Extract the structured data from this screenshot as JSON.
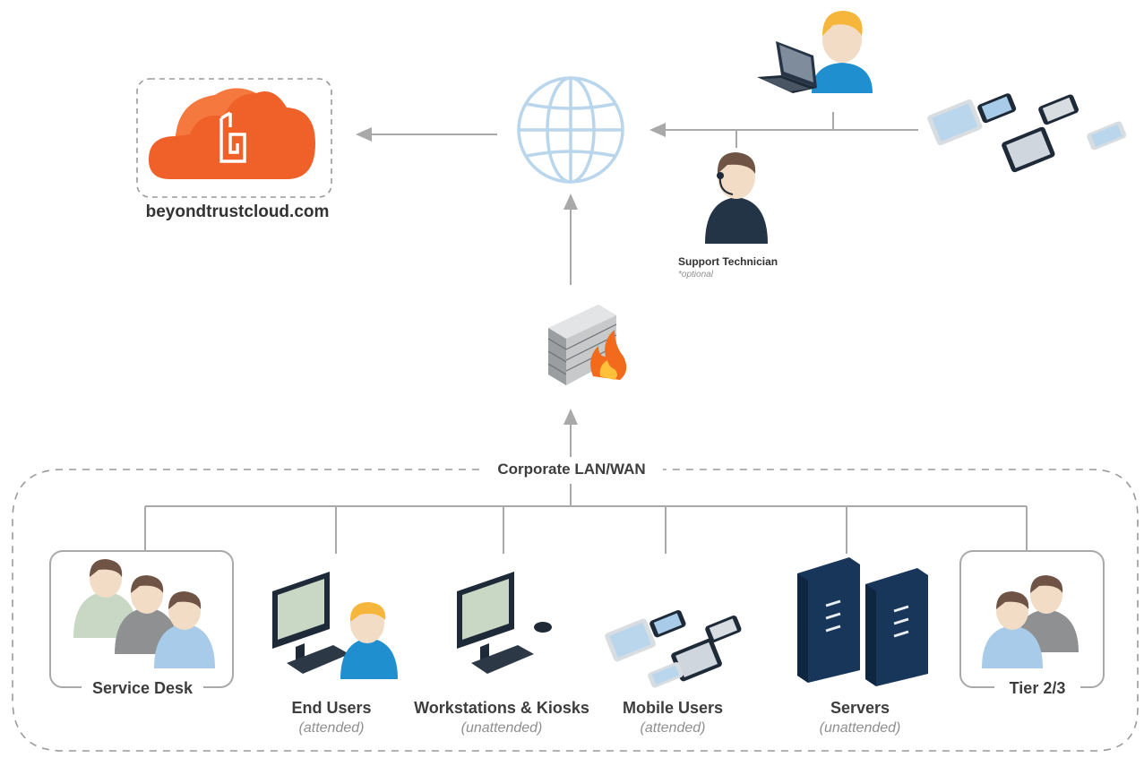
{
  "cloud": {
    "domain": "beyondtrustcloud.com",
    "logo_icon": "beyondtrust-logo"
  },
  "support_technician": {
    "label": "Support Technician",
    "note": "*optional"
  },
  "network": {
    "label": "Corporate LAN/WAN"
  },
  "endpoints": [
    {
      "label": "Service Desk",
      "sub": ""
    },
    {
      "label": "End Users",
      "sub": "(attended)"
    },
    {
      "label": "Workstations & Kiosks",
      "sub": "(unattended)"
    },
    {
      "label": "Mobile Users",
      "sub": "(attended)"
    },
    {
      "label": "Servers",
      "sub": "(unattended)"
    },
    {
      "label": "Tier 2/3",
      "sub": ""
    }
  ],
  "colors": {
    "line": "#a9a9a9",
    "dash": "#9a9a9a",
    "cloud_orange": "#f0612a",
    "globe_blue": "#b9d6ec",
    "device_dark": "#1f2b3a",
    "skin": "#f2dcc6",
    "hair_brown": "#6f5446",
    "hair_blonde": "#f6b63c",
    "shirt_blue": "#1f8fd0",
    "shirt_lightblue": "#a7cbe8",
    "shirt_green": "#c9d7c5",
    "shirt_gray": "#8f9092",
    "server_navy": "#17365a",
    "fire": "#f26a1b"
  }
}
